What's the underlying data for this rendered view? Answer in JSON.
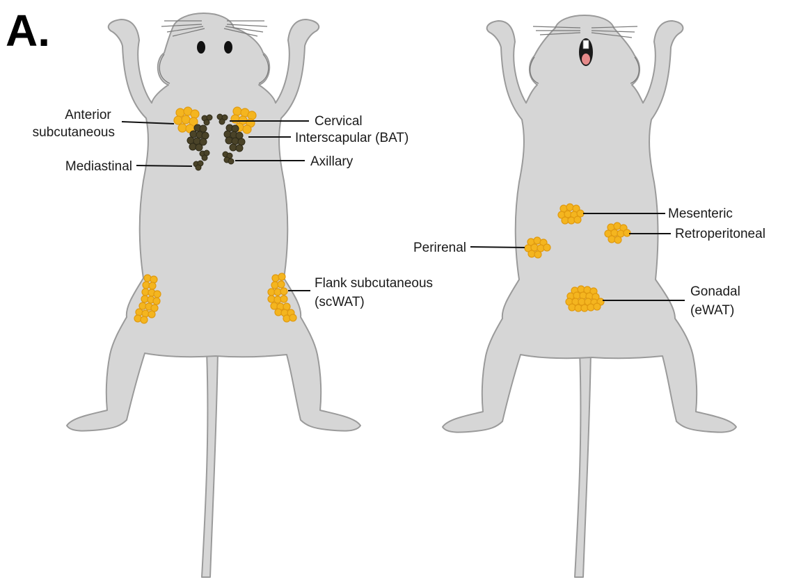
{
  "panel_label": "A.",
  "colors": {
    "body": "#d6d6d6",
    "outline": "#9a9a9a",
    "white_fat": "#f4b51f",
    "white_fat_rim": "#e09a10",
    "brown_fat": "#4a4328",
    "brown_fat_rim": "#2e2a18",
    "leader": "#111111"
  },
  "dorsal_view": {
    "labels": {
      "anterior_subcutaneous": [
        "Anterior",
        "subcutaneous"
      ],
      "cervical": "Cervical",
      "interscapular": "Interscapular (BAT)",
      "mediastinal": "Mediastinal",
      "axillary": "Axillary",
      "flank_subcutaneous": [
        "Flank subcutaneous",
        "(scWAT)"
      ]
    }
  },
  "ventral_view": {
    "labels": {
      "mesenteric": "Mesenteric",
      "retroperitoneal": "Retroperitoneal",
      "perirenal": "Perirenal",
      "gonadal": [
        "Gonadal",
        "(eWAT)"
      ]
    }
  }
}
